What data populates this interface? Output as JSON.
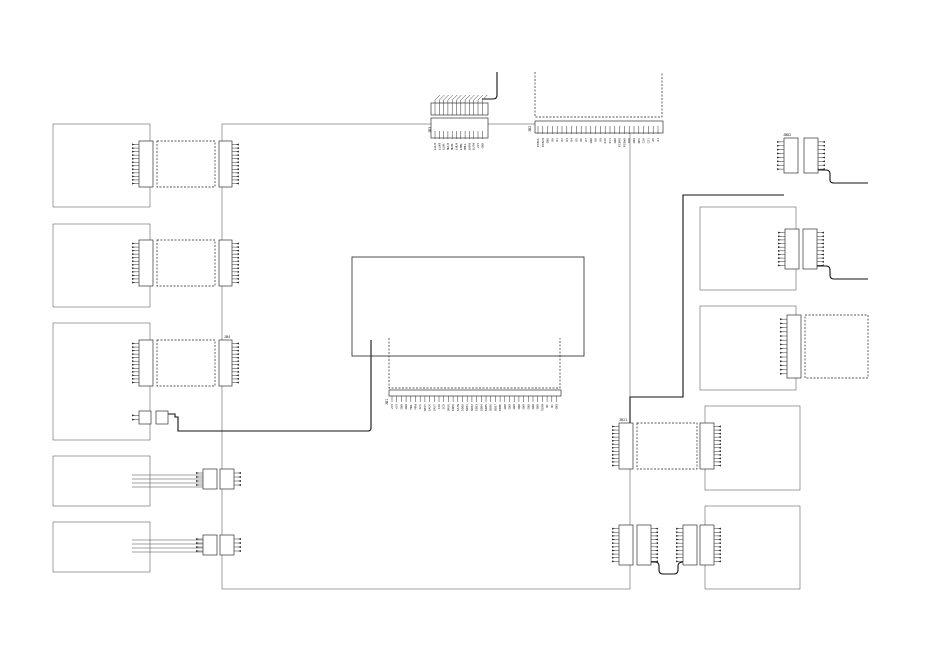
{
  "connectors": {
    "jb3_ref": "JB3",
    "jb2_ref": "JB2",
    "jb4_ref": "JB4",
    "jb1_ref": "JB1",
    "jb21_ref": "JB21",
    "jbd2_ref": "JBD2"
  },
  "jb3_signals": [
    "LLLH",
    "LLHH",
    "LLHL",
    "HLLH",
    "HLHL",
    "LHLH",
    "LHHL",
    "HHLL",
    "LHRH",
    "LLRH",
    "+5V",
    "GND"
  ],
  "jb2_signals": [
    "PCBCL",
    "PCBCH",
    "GND",
    "D0",
    "D1",
    "D2",
    "D3",
    "D4",
    "D5",
    "D6",
    "D7",
    "GND",
    "D8",
    "D9",
    "D10",
    "D11",
    "GND",
    "PCBRD",
    "PCBWR",
    "IRQ",
    "GND",
    "RES",
    "CS0",
    "CS1",
    "A0",
    "A1"
  ],
  "jb1_signals": [
    "+5V",
    "+5V",
    "GND",
    "GND",
    "MRL",
    "MRH",
    "SCS",
    "SBSY",
    "SACK",
    "SRST",
    "SIO",
    "SCD",
    "SMSG",
    "SREQ",
    "SATN",
    "SDB0",
    "SDB1",
    "SDB2",
    "SDB3",
    "SDB4",
    "SDB5",
    "SDB6",
    "SDB7",
    "SDBP",
    "GND",
    "GND",
    "GND",
    "GND",
    "GND",
    "GND",
    "GND",
    "GND",
    "TERM",
    "NC",
    "NC",
    "GND"
  ]
}
